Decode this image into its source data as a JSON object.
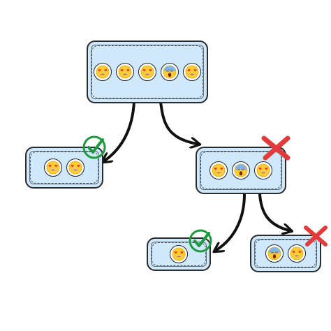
{
  "diagram": {
    "nodes": [
      {
        "id": "root",
        "emojis": [
          "heart-eyes-emoji",
          "heart-eyes-emoji",
          "heart-eyes-emoji",
          "screaming-face-emoji",
          "heart-eyes-emoji"
        ],
        "status": null
      },
      {
        "id": "left",
        "emojis": [
          "heart-eyes-emoji",
          "heart-eyes-emoji"
        ],
        "status": "check"
      },
      {
        "id": "right",
        "emojis": [
          "heart-eyes-emoji",
          "screaming-face-emoji",
          "heart-eyes-emoji"
        ],
        "status": "cross"
      },
      {
        "id": "rl",
        "emojis": [
          "heart-eyes-emoji"
        ],
        "status": "check"
      },
      {
        "id": "rr",
        "emojis": [
          "screaming-face-emoji",
          "heart-eyes-emoji"
        ],
        "status": "cross"
      }
    ],
    "edges": [
      {
        "from": "root",
        "to": "left"
      },
      {
        "from": "root",
        "to": "right"
      },
      {
        "from": "right",
        "to": "rl"
      },
      {
        "from": "right",
        "to": "rr"
      }
    ],
    "colors": {
      "box_fill": "#cfe8fb",
      "check": "#1e9a3e",
      "cross": "#e23b3b",
      "arrow": "#111111"
    }
  }
}
